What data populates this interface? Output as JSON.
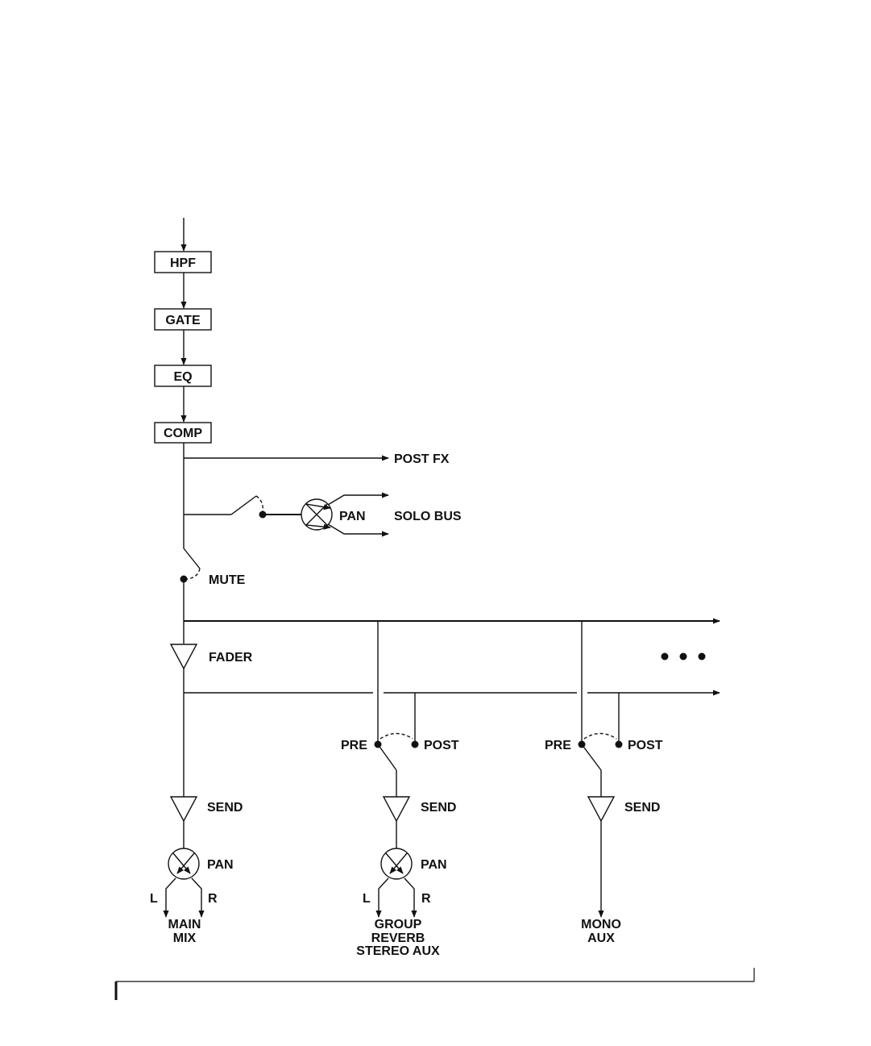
{
  "blocks": {
    "hpf": "HPF",
    "gate": "GATE",
    "eq": "EQ",
    "comp": "COMP"
  },
  "labels": {
    "post_fx": "POST FX",
    "pan": "PAN",
    "solo_bus": "SOLO BUS",
    "mute": "MUTE",
    "fader": "FADER",
    "pre": "PRE",
    "post": "POST",
    "send": "SEND",
    "left": "L",
    "right": "R"
  },
  "outputs": {
    "main_mix": [
      "MAIN",
      "MIX"
    ],
    "group": [
      "GROUP",
      "REVERB",
      "STEREO AUX"
    ],
    "mono": [
      "MONO",
      "AUX"
    ]
  },
  "colors": {
    "line": "#111111",
    "background": "#ffffff"
  }
}
